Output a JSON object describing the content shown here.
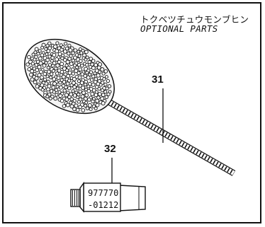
{
  "header": {
    "title_jp": "トクベツチュウモンブヒン",
    "title_en": "OPTIONAL PARTS"
  },
  "parts": [
    {
      "callout": "31",
      "name": "brush"
    },
    {
      "callout": "32",
      "name": "tube",
      "label_line1": "977770",
      "label_line2": "-01212"
    }
  ]
}
